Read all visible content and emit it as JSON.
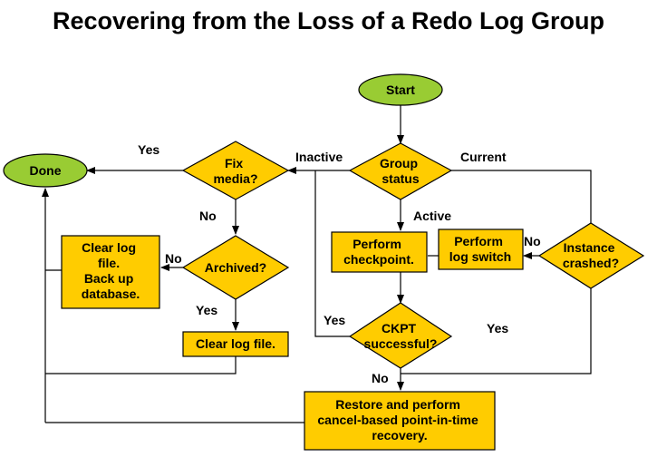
{
  "title": "Recovering from the Loss of a Redo Log Group",
  "nodes": {
    "start": "Start",
    "done": "Done",
    "group_status": [
      "Group",
      "status"
    ],
    "fix_media": [
      "Fix",
      "media?"
    ],
    "archived": [
      "Archived?"
    ],
    "clear_log_backup": [
      "Clear log",
      "file.",
      "Back up",
      "database."
    ],
    "clear_log_file": [
      "Clear log file."
    ],
    "perform_checkpoint": [
      "Perform",
      "checkpoint."
    ],
    "perform_log_switch": [
      "Perform",
      "log switch"
    ],
    "instance_crashed": [
      "Instance",
      "crashed?"
    ],
    "ckpt_successful": [
      "CKPT",
      "successful?"
    ],
    "restore_recovery": [
      "Restore and perform",
      "cancel-based point-in-time",
      "recovery."
    ]
  },
  "edge_labels": {
    "yes_fix_to_done": "Yes",
    "inactive": "Inactive",
    "current": "Current",
    "active": "Active",
    "no_fix": "No",
    "no_archived": "No",
    "yes_archived": "Yes",
    "no_instance": "No",
    "yes_ckpt": "Yes",
    "yes_instance": "Yes",
    "no_ckpt": "No"
  },
  "colors": {
    "box": "#ffcc00",
    "terminal": "#99cc33",
    "line": "#000000"
  }
}
